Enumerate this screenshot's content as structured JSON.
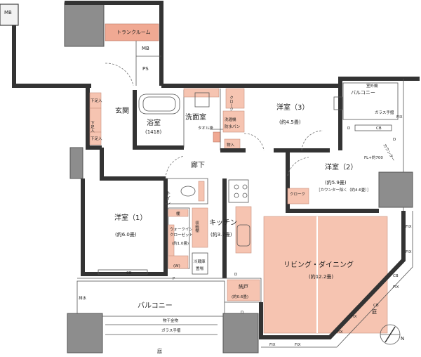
{
  "labels": {
    "mb_top": "MB",
    "trunk_room": "トランクルーム",
    "mb_mid": "MB",
    "ps": "PS",
    "shoe_storage_1": "下足入",
    "shoe_storage_2": "下足入",
    "shoe_storage_3": "下足入",
    "entrance": "玄関",
    "bath": "浴室",
    "bath_size": "(1418)",
    "washroom": "洗面室",
    "towel_bar": "タオル掛",
    "washer": "洗濯機",
    "washer_pan": "防水パン",
    "closet_top": "クローク",
    "storage_in": "物入",
    "western3": "洋室（3）",
    "western3_size": "(約4.5畳)",
    "balcony_top": "バルコニー",
    "outdoor_unit": "室外機",
    "eave_fix": "ガラス手摺",
    "fix_1": "FIX",
    "d_1": "D",
    "cb_1": "CB",
    "counter": "カウンター",
    "fl_note": "FL+約700",
    "d_2": "D",
    "hallway": "廊下",
    "western2": "洋室（2）",
    "western2_size": "(約5.9畳)",
    "western2_note": "［カウンター除く（約4.6畳）］",
    "closet_w2": "クローク",
    "toilet": "トイレ",
    "shelf": "棚",
    "walkin": "ウォークイン",
    "closet_walkin": "クローゼット",
    "walkin_size": "(約1.0畳)",
    "w_mark": "(W)",
    "linen": "収納棚",
    "fridge": "冷蔵庫",
    "fridge2": "置場",
    "western1": "洋室（1）",
    "western1_size": "(約6.0畳)",
    "kitchen": "キッチン",
    "kitchen_size": "(約3.7畳)",
    "ldk": "リビング・ダイニング",
    "ldk_size": "(約12.2畳)",
    "nando": "納戸",
    "nando_size": "(約0.6畳)",
    "cb_2": "CB",
    "p_mark": "P",
    "d_3": "D",
    "d_4": "D",
    "balcony_bottom": "バルコニー",
    "hanger": "物干金物",
    "glass_rail": "ガラス手摺",
    "garden": "庭",
    "garden_right": "庭",
    "fix_r1": "FIX",
    "fix_r2": "FIX",
    "fix_r3": "FIX",
    "fix_r4": "FIX",
    "fix_b1": "FIX",
    "fix_b2": "FIX",
    "fix_b3": "FIX",
    "cb_3": "CB",
    "cb_4": "CB",
    "drain": "排水",
    "north": "N"
  }
}
